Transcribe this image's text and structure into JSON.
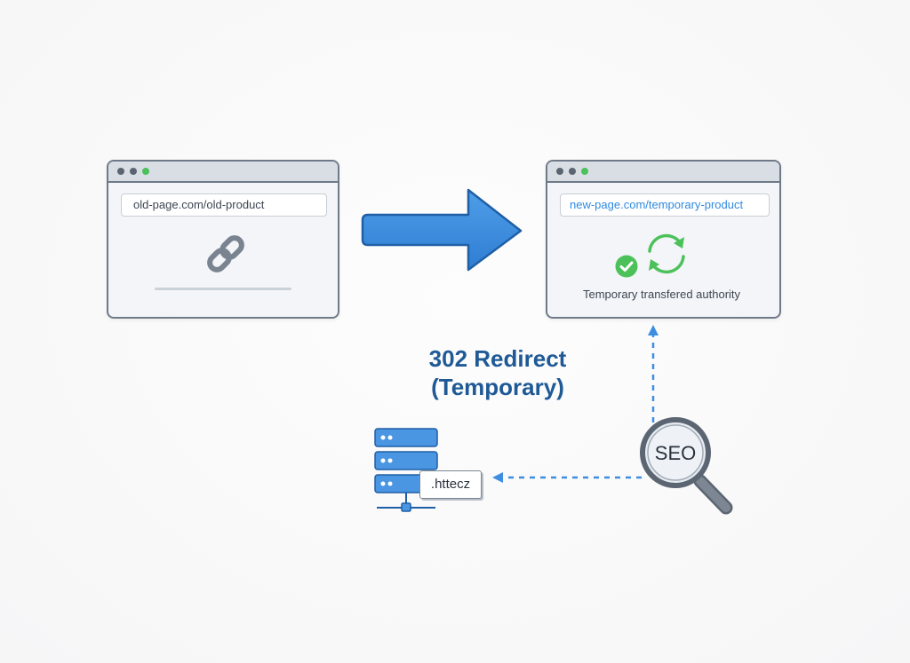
{
  "diagram": {
    "title_line1": "302 Redirect",
    "title_line2": "(Temporary)"
  },
  "old_browser": {
    "url": "old-page.com/old-product",
    "icon": "link-icon"
  },
  "new_browser": {
    "url": "new-page.com/temporary-product",
    "caption": "Temporary transfered authority",
    "icons": [
      "check-circle-icon",
      "sync-arrows-icon"
    ]
  },
  "server": {
    "icon": "server-stack-icon",
    "file_label": ".httecz"
  },
  "seo": {
    "icon": "magnifier-icon",
    "label": "SEO"
  },
  "colors": {
    "arrow_blue": "#3d8ee0",
    "title_blue": "#1f5a96",
    "accent_green": "#4cc15a",
    "url_blue": "#2f8ae0",
    "dashed_blue": "#3d8ee0"
  }
}
